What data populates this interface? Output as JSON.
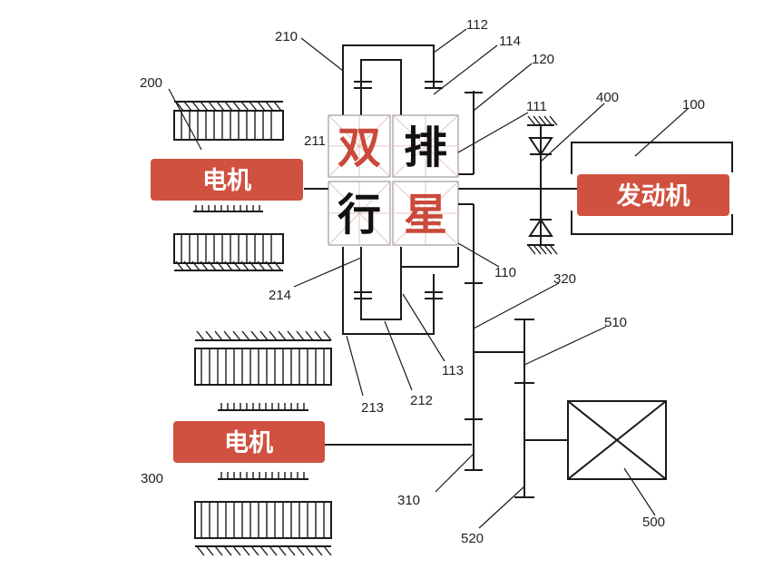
{
  "title_chars": [
    {
      "text": "双",
      "color": "#c9493a"
    },
    {
      "text": "排",
      "color": "#111111"
    },
    {
      "text": "行",
      "color": "#111111"
    },
    {
      "text": "星",
      "color": "#c9493a"
    }
  ],
  "motor_top_label": "电机",
  "motor_bottom_label": "电机",
  "engine_label": "发动机",
  "badge_color": "#d0513f",
  "labels": {
    "l200": "200",
    "l210": "210",
    "l211": "211",
    "l214": "214",
    "l213": "213",
    "l212": "212",
    "l113": "113",
    "l112": "112",
    "l114": "114",
    "l120": "120",
    "l111": "111",
    "l110": "110",
    "l400": "400",
    "l100": "100",
    "l320": "320",
    "l510": "510",
    "l300": "300",
    "l310": "310",
    "l520": "520",
    "l500": "500"
  }
}
